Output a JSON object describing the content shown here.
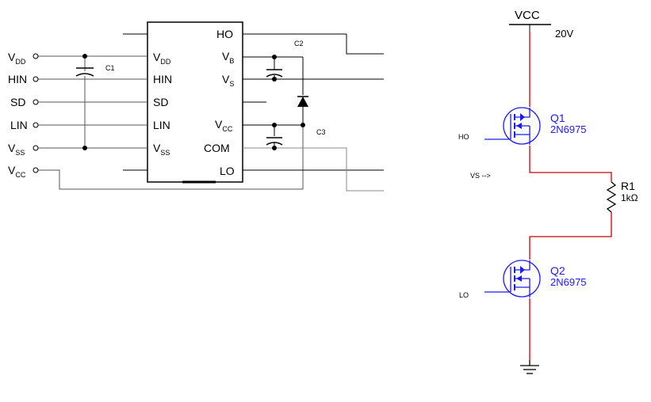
{
  "left": {
    "pins_left": [
      {
        "ext_base": "V",
        "ext_sub": "DD",
        "chip_base": "V",
        "chip_sub": "DD"
      },
      {
        "ext_base": "HIN",
        "ext_sub": "",
        "chip_base": "HIN",
        "chip_sub": ""
      },
      {
        "ext_base": "SD",
        "ext_sub": "",
        "chip_base": "SD",
        "chip_sub": ""
      },
      {
        "ext_base": "LIN",
        "ext_sub": "",
        "chip_base": "LIN",
        "chip_sub": ""
      },
      {
        "ext_base": "V",
        "ext_sub": "SS",
        "chip_base": "V",
        "chip_sub": "SS"
      },
      {
        "ext_base": "V",
        "ext_sub": "CC",
        "chip_base": "",
        "chip_sub": ""
      }
    ],
    "pins_right": [
      {
        "base": "HO",
        "sub": ""
      },
      {
        "base": "V",
        "sub": "B"
      },
      {
        "base": "V",
        "sub": "S"
      },
      {
        "base": "",
        "sub": ""
      },
      {
        "base": "V",
        "sub": "CC"
      },
      {
        "base": "COM",
        "sub": ""
      },
      {
        "base": "LO",
        "sub": ""
      }
    ],
    "caps": {
      "c1": "C1",
      "c2": "C2",
      "c3": "C3"
    }
  },
  "right": {
    "vcc_label": "VCC",
    "vcc_value": "20V",
    "q1_name": "Q1",
    "q1_part": "2N6975",
    "q2_name": "Q2",
    "q2_part": "2N6975",
    "r1_name": "R1",
    "r1_value": "1kΩ",
    "ho_label": "HO",
    "lo_label": "LO",
    "vs_label": "VS -->"
  },
  "colors": {
    "wire_red": "#cc0000",
    "part_blue": "#1a1aff",
    "wire_gray": "#777777"
  }
}
